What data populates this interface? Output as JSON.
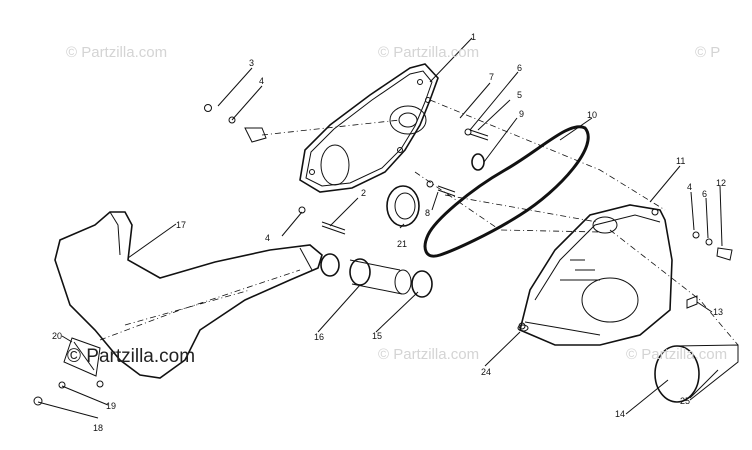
{
  "watermarks": {
    "top_left": "© Partzilla.com",
    "top_center": "© Partzilla.com",
    "top_right": "© P",
    "bottom_left": "© Partzilla.com",
    "bottom_center": "© Partzilla.com",
    "bottom_right": "© Partzilla.com"
  },
  "callouts": [
    "1",
    "2",
    "3",
    "4",
    "4",
    "4",
    "5",
    "6",
    "6",
    "7",
    "8",
    "9",
    "10",
    "11",
    "12",
    "13",
    "14",
    "15",
    "16",
    "17",
    "18",
    "19",
    "20",
    "21",
    "24",
    "25"
  ],
  "colors": {
    "line": "#111111",
    "watermark": "#d4d4d4",
    "background": "#ffffff"
  }
}
